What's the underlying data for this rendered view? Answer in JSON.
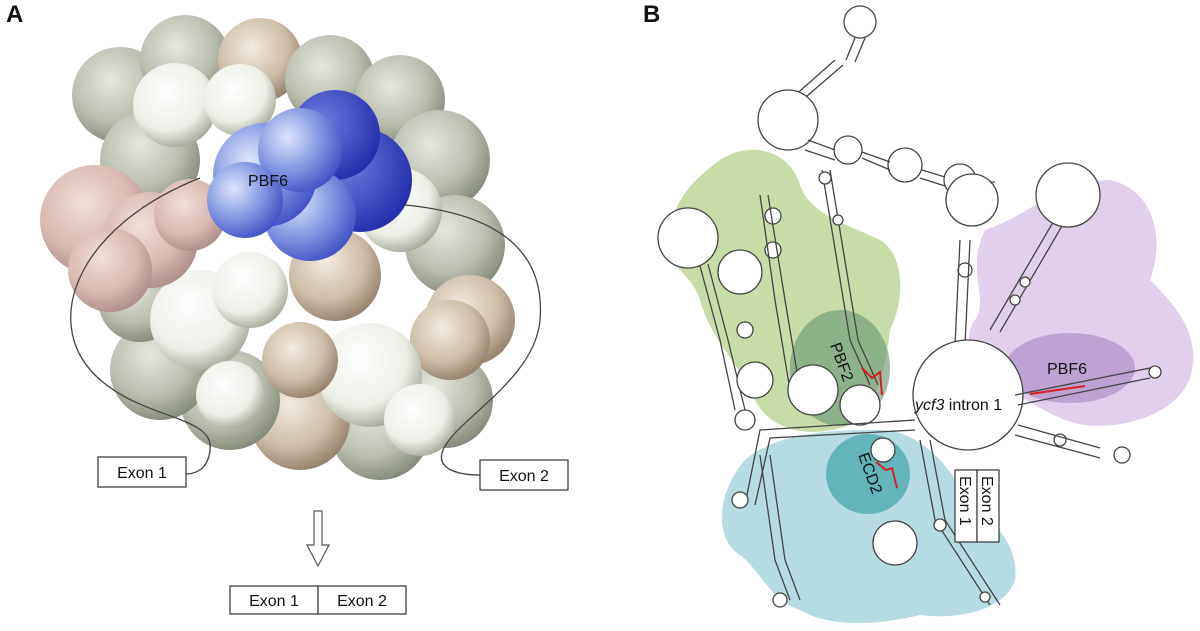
{
  "panel_a": {
    "letter": "A",
    "protein_label": "PBF6",
    "exon1_label": "Exon 1",
    "exon2_label": "Exon 2",
    "spliced_exon1_label": "Exon 1",
    "spliced_exon2_label": "Exon 2"
  },
  "panel_b": {
    "letter": "B",
    "intron_label_italic": "ycf3",
    "intron_label_rest": " intron 1",
    "domain_labels": {
      "pbf2": "PBF2",
      "pbf6": "PBF6",
      "ecd2": "ECD2"
    },
    "exon1_label": "Exon 1",
    "exon2_label": "Exon 2"
  },
  "colors": {
    "pbf6_blue": "#4a5fd0",
    "pbf2_green": "#a9c97a",
    "pbf6_purple": "#c9a8dc",
    "ecd2_teal": "#8fc7d3",
    "splice_site_red": "#d62020"
  }
}
